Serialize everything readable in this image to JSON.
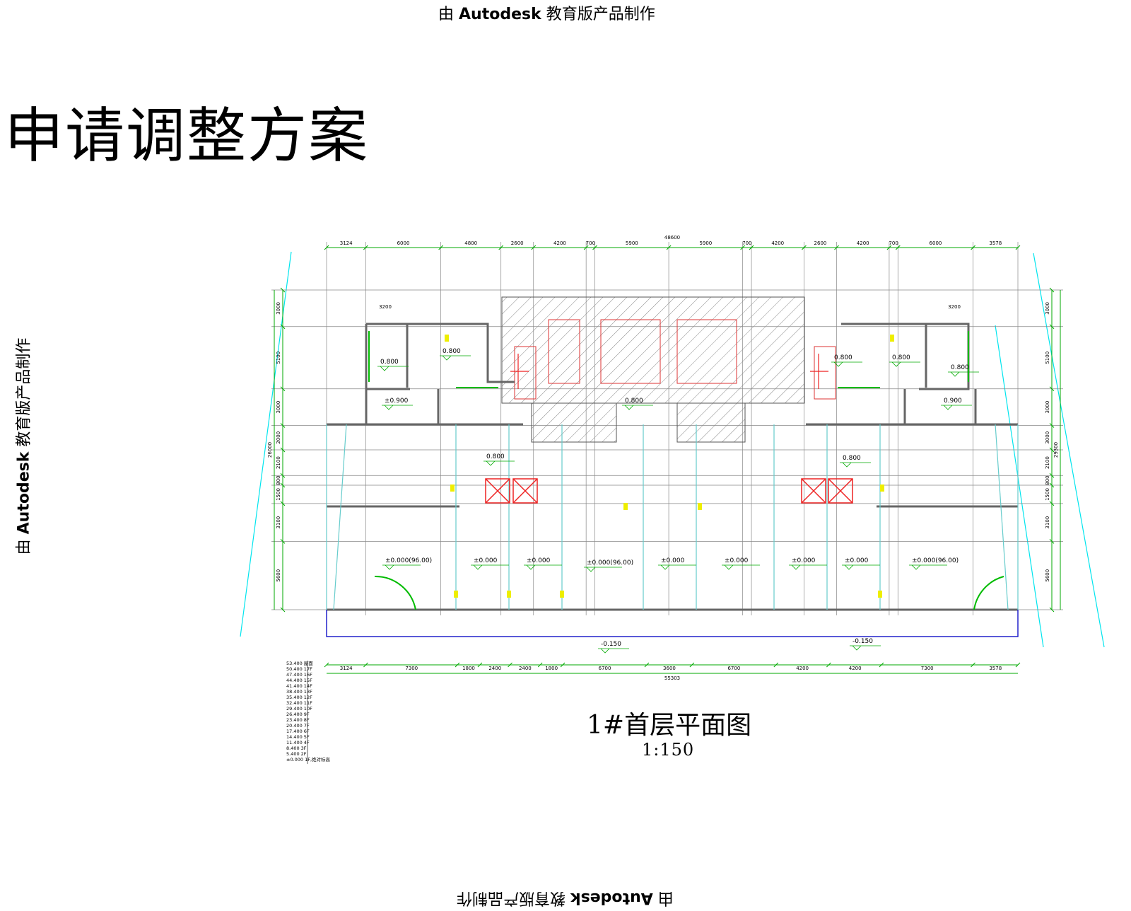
{
  "watermark": {
    "prefix": "由",
    "brand": "Autodesk",
    "suffix": "教育版产品制作"
  },
  "main_title": "申请调整方案",
  "plan_title": "1#首层平面图",
  "plan_scale": "1:150",
  "dims_top_overall": "48600",
  "dims_top": [
    "3124",
    "6000",
    "4800",
    "2600",
    "4200",
    "700",
    "5900",
    "5900",
    "700",
    "4200",
    "2600",
    "4200",
    "700",
    "6000",
    "3578"
  ],
  "dims_bottom_overall": "55303",
  "dims_bottom": [
    "3124",
    "7300",
    "1800",
    "2400",
    "2400",
    "1800",
    "6700",
    "3600",
    "6700",
    "4200",
    "4200",
    "7300",
    "3578"
  ],
  "dims_left_overall": "26000",
  "dims_left": [
    "3000",
    "5100",
    "3000",
    "2000",
    "2100",
    "800",
    "1500",
    "3100",
    "5600"
  ],
  "dims_right_overall": "29300",
  "dims_right": [
    "3000",
    "5100",
    "3000",
    "3000",
    "2100",
    "800",
    "1500",
    "3100",
    "5600"
  ],
  "dims_small": [
    "3200",
    "3200"
  ],
  "elevations": [
    "0.800",
    "0.800",
    "±0.900",
    "0.800",
    "0.800",
    "0.800",
    "0.800",
    "0.900",
    "0.800",
    "0.800"
  ],
  "ground_elev": [
    "±0.000(96.00)",
    "±0.000",
    "±0.000",
    "±0.000(96.00)",
    "±0.000",
    "±0.000",
    "±0.000",
    "±0.000",
    "±0.000(96.00)"
  ],
  "outdoor_elev": [
    "-0.150",
    "-0.150"
  ],
  "floor_table": [
    "53.400 屋面",
    "50.400 17F",
    "47.400 16F",
    "44.400 15F",
    "41.400 14F",
    "38.400 13F",
    "35.400 12F",
    "32.400 11F",
    "29.400 10F",
    "26.400 9F",
    "23.400 8F",
    "20.400 7F",
    "17.400 6F",
    "14.400 5F",
    "11.400 4F",
    "8.400 3F",
    "5.400 2F",
    "±0.000 1F,绝对标高"
  ]
}
